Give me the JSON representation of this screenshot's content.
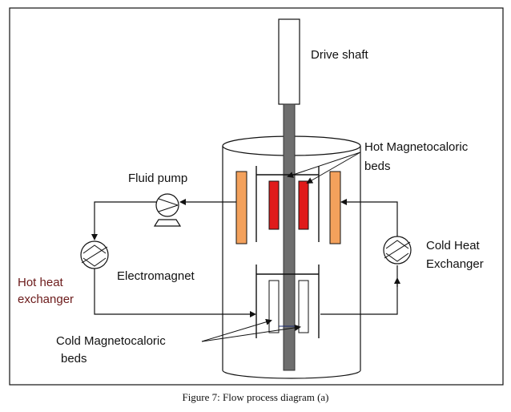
{
  "labels": {
    "drive_shaft": "Drive shaft",
    "hot_beds_1": "Hot Magnetocaloric",
    "hot_beds_2": "beds",
    "fluid_pump": "Fluid pump",
    "cold_hx_1": "Cold Heat",
    "cold_hx_2": "Exchanger",
    "electromagnet": "Electromagnet",
    "hot_hx_1": "Hot heat",
    "hot_hx_2": "exchanger",
    "cold_beds_1": "Cold Magnetocaloric",
    "cold_beds_2": "beds"
  },
  "caption": "Figure 7: Flow process diagram (a)",
  "colors": {
    "hot_bed": "#e01b1b",
    "electromagnet": "#f3a15c",
    "shaft": "#6e6e6e",
    "hot_hx_label": "#6b1a1a"
  }
}
